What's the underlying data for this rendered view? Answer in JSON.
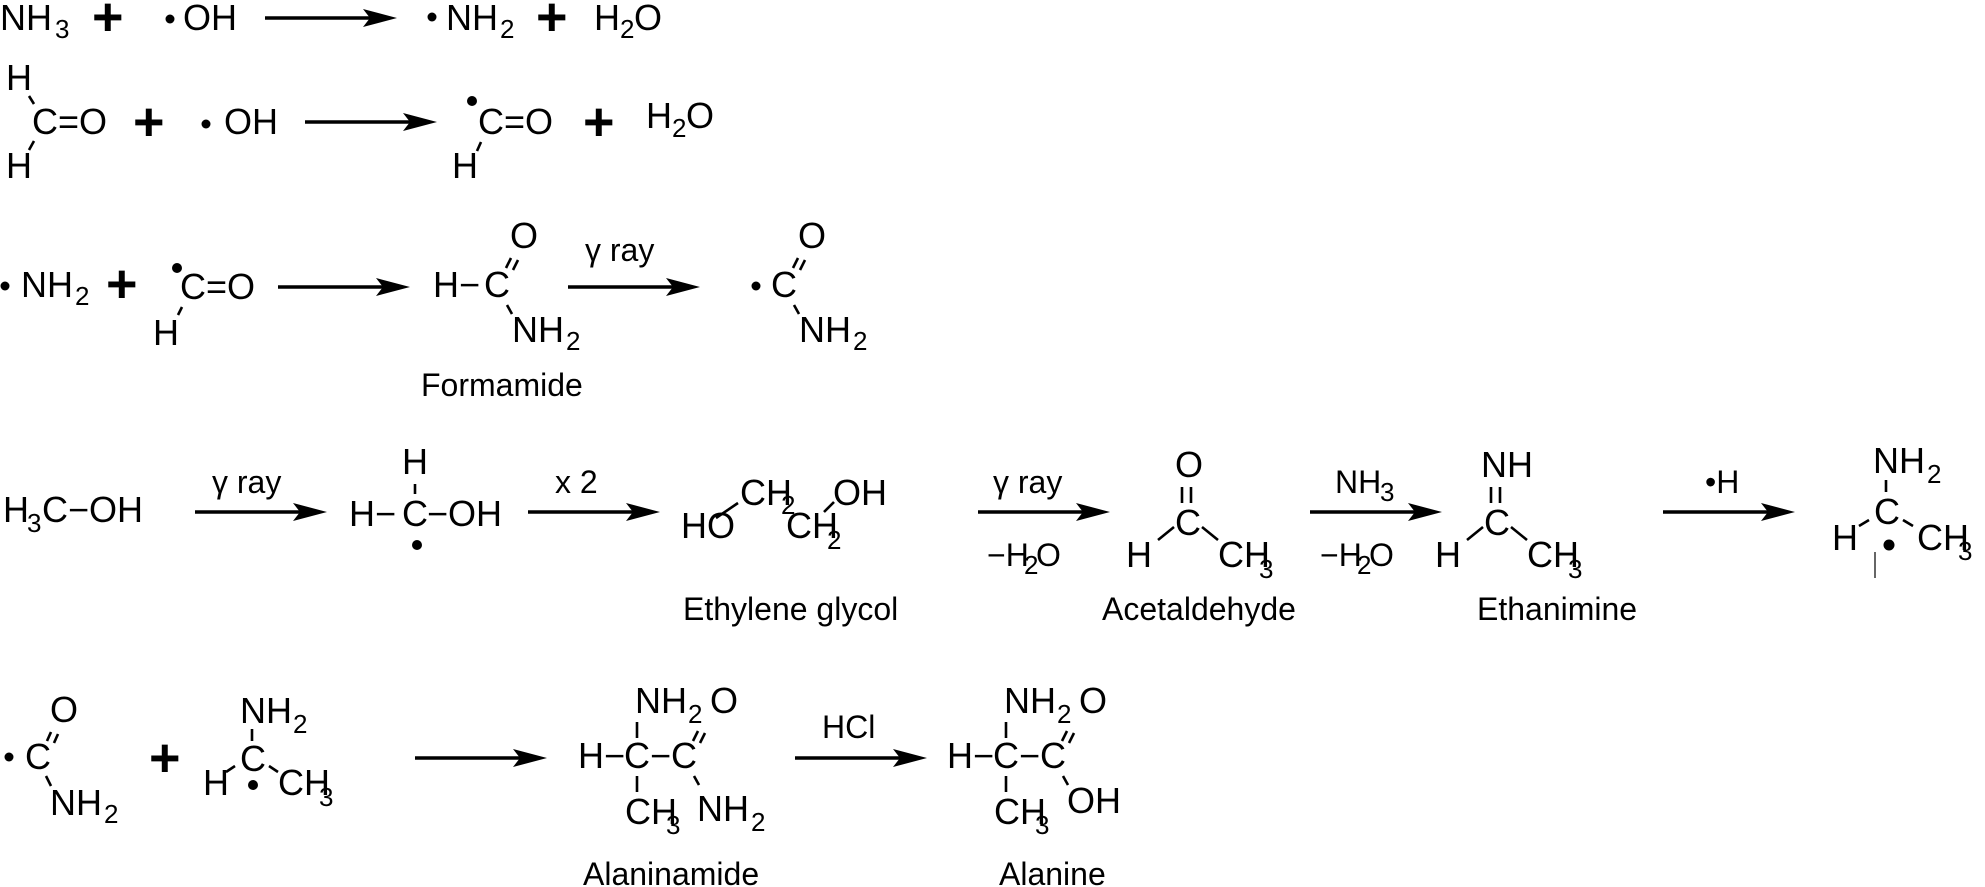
{
  "title": "Radiation-driven synthesis pathway from NH3 / H2CO / CH3OH to alanine",
  "symbols": {
    "plus": "+",
    "radical_dot": "•"
  },
  "reactions": [
    {
      "id": "r1",
      "reactants": [
        "NH3",
        "•OH"
      ],
      "products": [
        "•NH2",
        "H2O"
      ],
      "conditions_above": "",
      "conditions_below": ""
    },
    {
      "id": "r2",
      "reactants": [
        "H2C=O",
        "•OH"
      ],
      "products": [
        "•HC=O",
        "H2O"
      ],
      "conditions_above": "",
      "conditions_below": ""
    },
    {
      "id": "r3",
      "reactants": [
        "•NH2",
        "•HC=O"
      ],
      "products": [
        "H-C(=O)NH2"
      ],
      "product_label": "Formamide",
      "conditions_above": "",
      "conditions_below": ""
    },
    {
      "id": "r4",
      "reactants": [
        "H-C(=O)NH2"
      ],
      "products": [
        "•C(=O)NH2"
      ],
      "conditions_above": "γ ray",
      "conditions_below": ""
    },
    {
      "id": "r5",
      "reactants": [
        "H3C-OH"
      ],
      "products": [
        "•CH2OH"
      ],
      "conditions_above": "γ ray",
      "conditions_below": ""
    },
    {
      "id": "r6",
      "reactants": [
        "•CH2OH"
      ],
      "products": [
        "HOCH2CH2OH"
      ],
      "product_label": "Ethylene glycol",
      "conditions_above": "x 2",
      "conditions_below": ""
    },
    {
      "id": "r7",
      "reactants": [
        "HOCH2CH2OH"
      ],
      "products": [
        "CH3CHO"
      ],
      "product_label": "Acetaldehyde",
      "conditions_above": "γ ray",
      "conditions_below": "−H2O"
    },
    {
      "id": "r8",
      "reactants": [
        "CH3CHO"
      ],
      "products": [
        "CH3CH=NH"
      ],
      "product_label": "Ethanimine",
      "conditions_above": "NH3",
      "conditions_below": "−H2O"
    },
    {
      "id": "r9",
      "reactants": [
        "CH3CH=NH"
      ],
      "products": [
        "CH3•CHNH2"
      ],
      "conditions_above": "•H",
      "conditions_below": ""
    },
    {
      "id": "r10",
      "reactants": [
        "•C(=O)NH2",
        "CH3•CHNH2"
      ],
      "products": [
        "CH3CH(NH2)C(=O)NH2"
      ],
      "product_label": "Alaninamide",
      "conditions_above": "",
      "conditions_below": ""
    },
    {
      "id": "r11",
      "reactants": [
        "CH3CH(NH2)C(=O)NH2"
      ],
      "products": [
        "CH3CH(NH2)COOH"
      ],
      "product_label": "Alanine",
      "conditions_above": "HCl",
      "conditions_below": ""
    }
  ],
  "text": {
    "NH": "NH",
    "N": "N",
    "H": "H",
    "C": "C",
    "O": "O",
    "OH": "OH",
    "HO": "HO",
    "CO": "C=O",
    "CH": "CH",
    "sub2": "2",
    "sub3": "3",
    "H3C_OH_a": "H",
    "H3C_OH_b": "C−OH",
    "H_C_OH_left": "H−",
    "C_OH_right": "−OH",
    "H_dash": "H−",
    "dash": "−",
    "minus": "−",
    "gamma_ray": "γ ray",
    "x2": "x 2",
    "NH3_cond": "NH",
    "minusH2O_a": "−H",
    "minusH2O_b": "O",
    "dotH": "•H",
    "HCl": "HCl",
    "H2O_a": "H",
    "H2O_b": "O"
  },
  "labels": {
    "formamide": "Formamide",
    "ethylene_glycol": "Ethylene glycol",
    "acetaldehyde": "Acetaldehyde",
    "ethanimine": "Ethanimine",
    "alaninamide": "Alaninamide",
    "alanine": "Alanine"
  }
}
